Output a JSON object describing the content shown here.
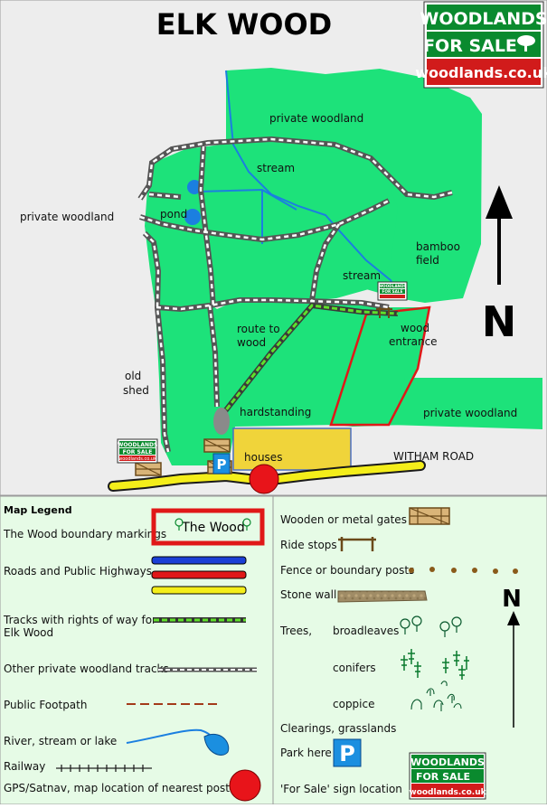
{
  "map": {
    "title": "ELK WOOD",
    "brand": {
      "line1": "WOODLANDS",
      "line2": "FOR SALE",
      "url": "woodlands.co.uk",
      "green": "#0a8a2e",
      "red": "#d11b1b"
    },
    "north_label": "N",
    "labels": {
      "private_woodland_top": "private woodland",
      "private_woodland_left": "private woodland",
      "private_woodland_right": "private woodland",
      "stream_top": "stream",
      "stream_mid": "stream",
      "pond": "pond",
      "bamboo_1": "bamboo",
      "bamboo_2": "field",
      "route_1": "route to",
      "route_2": "wood",
      "entrance_1": "wood",
      "entrance_2": "entrance",
      "old_1": "old",
      "old_2": "shed",
      "hardstanding": "hardstanding",
      "houses": "houses",
      "road": "WITHAM ROAD",
      "parking": "P"
    },
    "colors": {
      "woodland": "#1de27a",
      "background": "#ededed",
      "boundary": "#e01818",
      "road_yellow": "#f4ee1a",
      "houses": "#f0d43a",
      "stream": "#1b7fe0",
      "marker_red": "#e8141a",
      "park_blue": "#1b8fe0"
    }
  },
  "legend": {
    "title": "Map Legend",
    "boundary_label": "The Wood boundary markings",
    "boundary_sample": "The Wood",
    "roads_label": "Roads and Public Highways",
    "tracks_row_label_1": "Tracks with rights of way for",
    "tracks_row_label_2": "Elk Wood",
    "private_tracks_label": "Other private woodland tracks",
    "footpath_label": "Public Footpath",
    "river_label": "River, stream or lake",
    "railway_label": "Railway",
    "gps_label": "GPS/Satnav, map location of nearest postcode",
    "gates_label": "Wooden or metal gates",
    "ride_stops_label": "Ride stops",
    "fence_label": "Fence or boundary posts",
    "stone_wall_label": "Stone wall",
    "trees_label": "Trees,",
    "broadleaves_label": "broadleaves",
    "conifers_label": "conifers",
    "coppice_label": "coppice",
    "clearings_label": "Clearings, grasslands",
    "park_label": "Park here",
    "for_sale_label": "'For Sale'  sign location",
    "north_label": "N",
    "background": "#e6fbe6"
  }
}
